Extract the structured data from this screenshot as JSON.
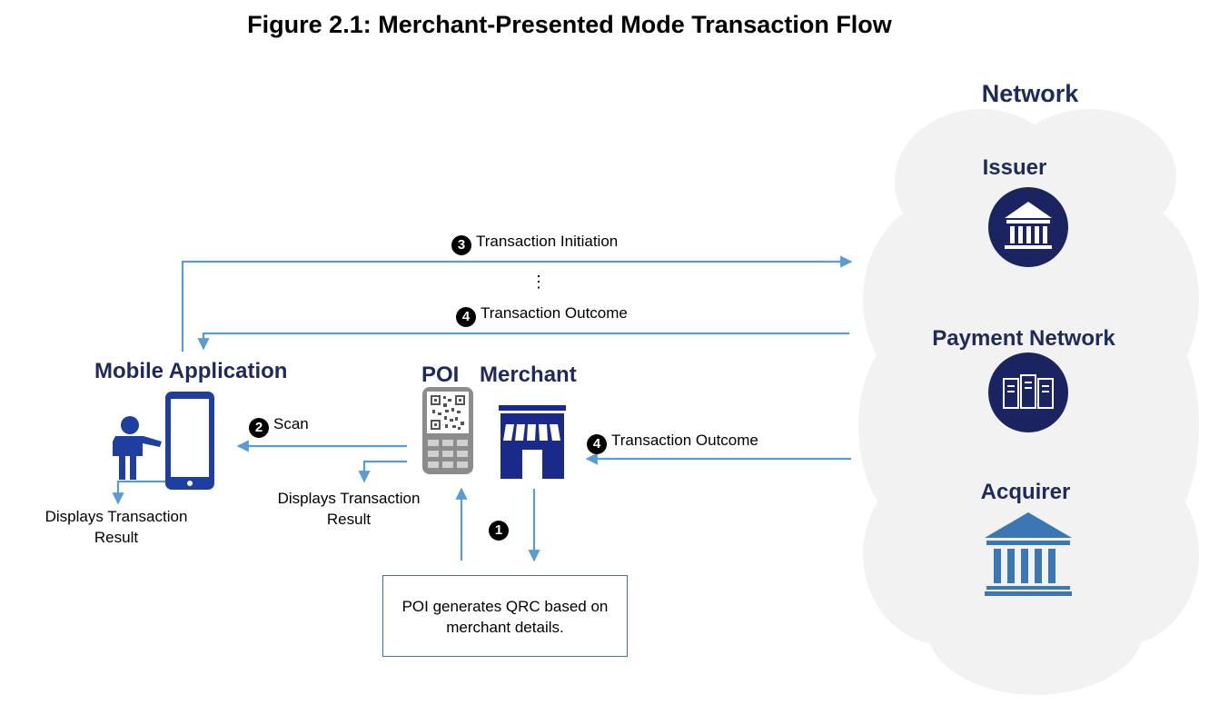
{
  "title": "Figure 2.1:  Merchant-Presented Mode Transaction Flow",
  "network": {
    "heading": "Network",
    "issuer": "Issuer",
    "payment_network": "Payment Network",
    "acquirer": "Acquirer"
  },
  "actors": {
    "mobile_application": "Mobile Application",
    "poi": "POI",
    "merchant": "Merchant"
  },
  "steps": {
    "step1_number": "1",
    "step2_number": "2",
    "step2_label": "Scan",
    "step3_number": "3",
    "step3_label": "Transaction Initiation",
    "step4_number": "4",
    "step4_label": "Transaction Outcome",
    "step4b_number": "4",
    "step4b_label": "Transaction Outcome",
    "ellipsis": "⋮"
  },
  "results": {
    "mobile_line1": "Displays Transaction",
    "mobile_line2": "Result",
    "poi_line1": "Displays Transaction",
    "poi_line2": "Result"
  },
  "note": {
    "line1": "POI generates QRC based on",
    "line2": "merchant details."
  },
  "colors": {
    "navy": "#1f2a5c",
    "icon_navy": "#1a2460",
    "arrow": "#5b9bd5",
    "cloud": "#f2f2f2",
    "phone_blue": "#1e3fa0",
    "store_blue": "#1a2a8a",
    "pos_gray": "#8c8c8c",
    "acquirer_blue": "#3b77b4"
  }
}
